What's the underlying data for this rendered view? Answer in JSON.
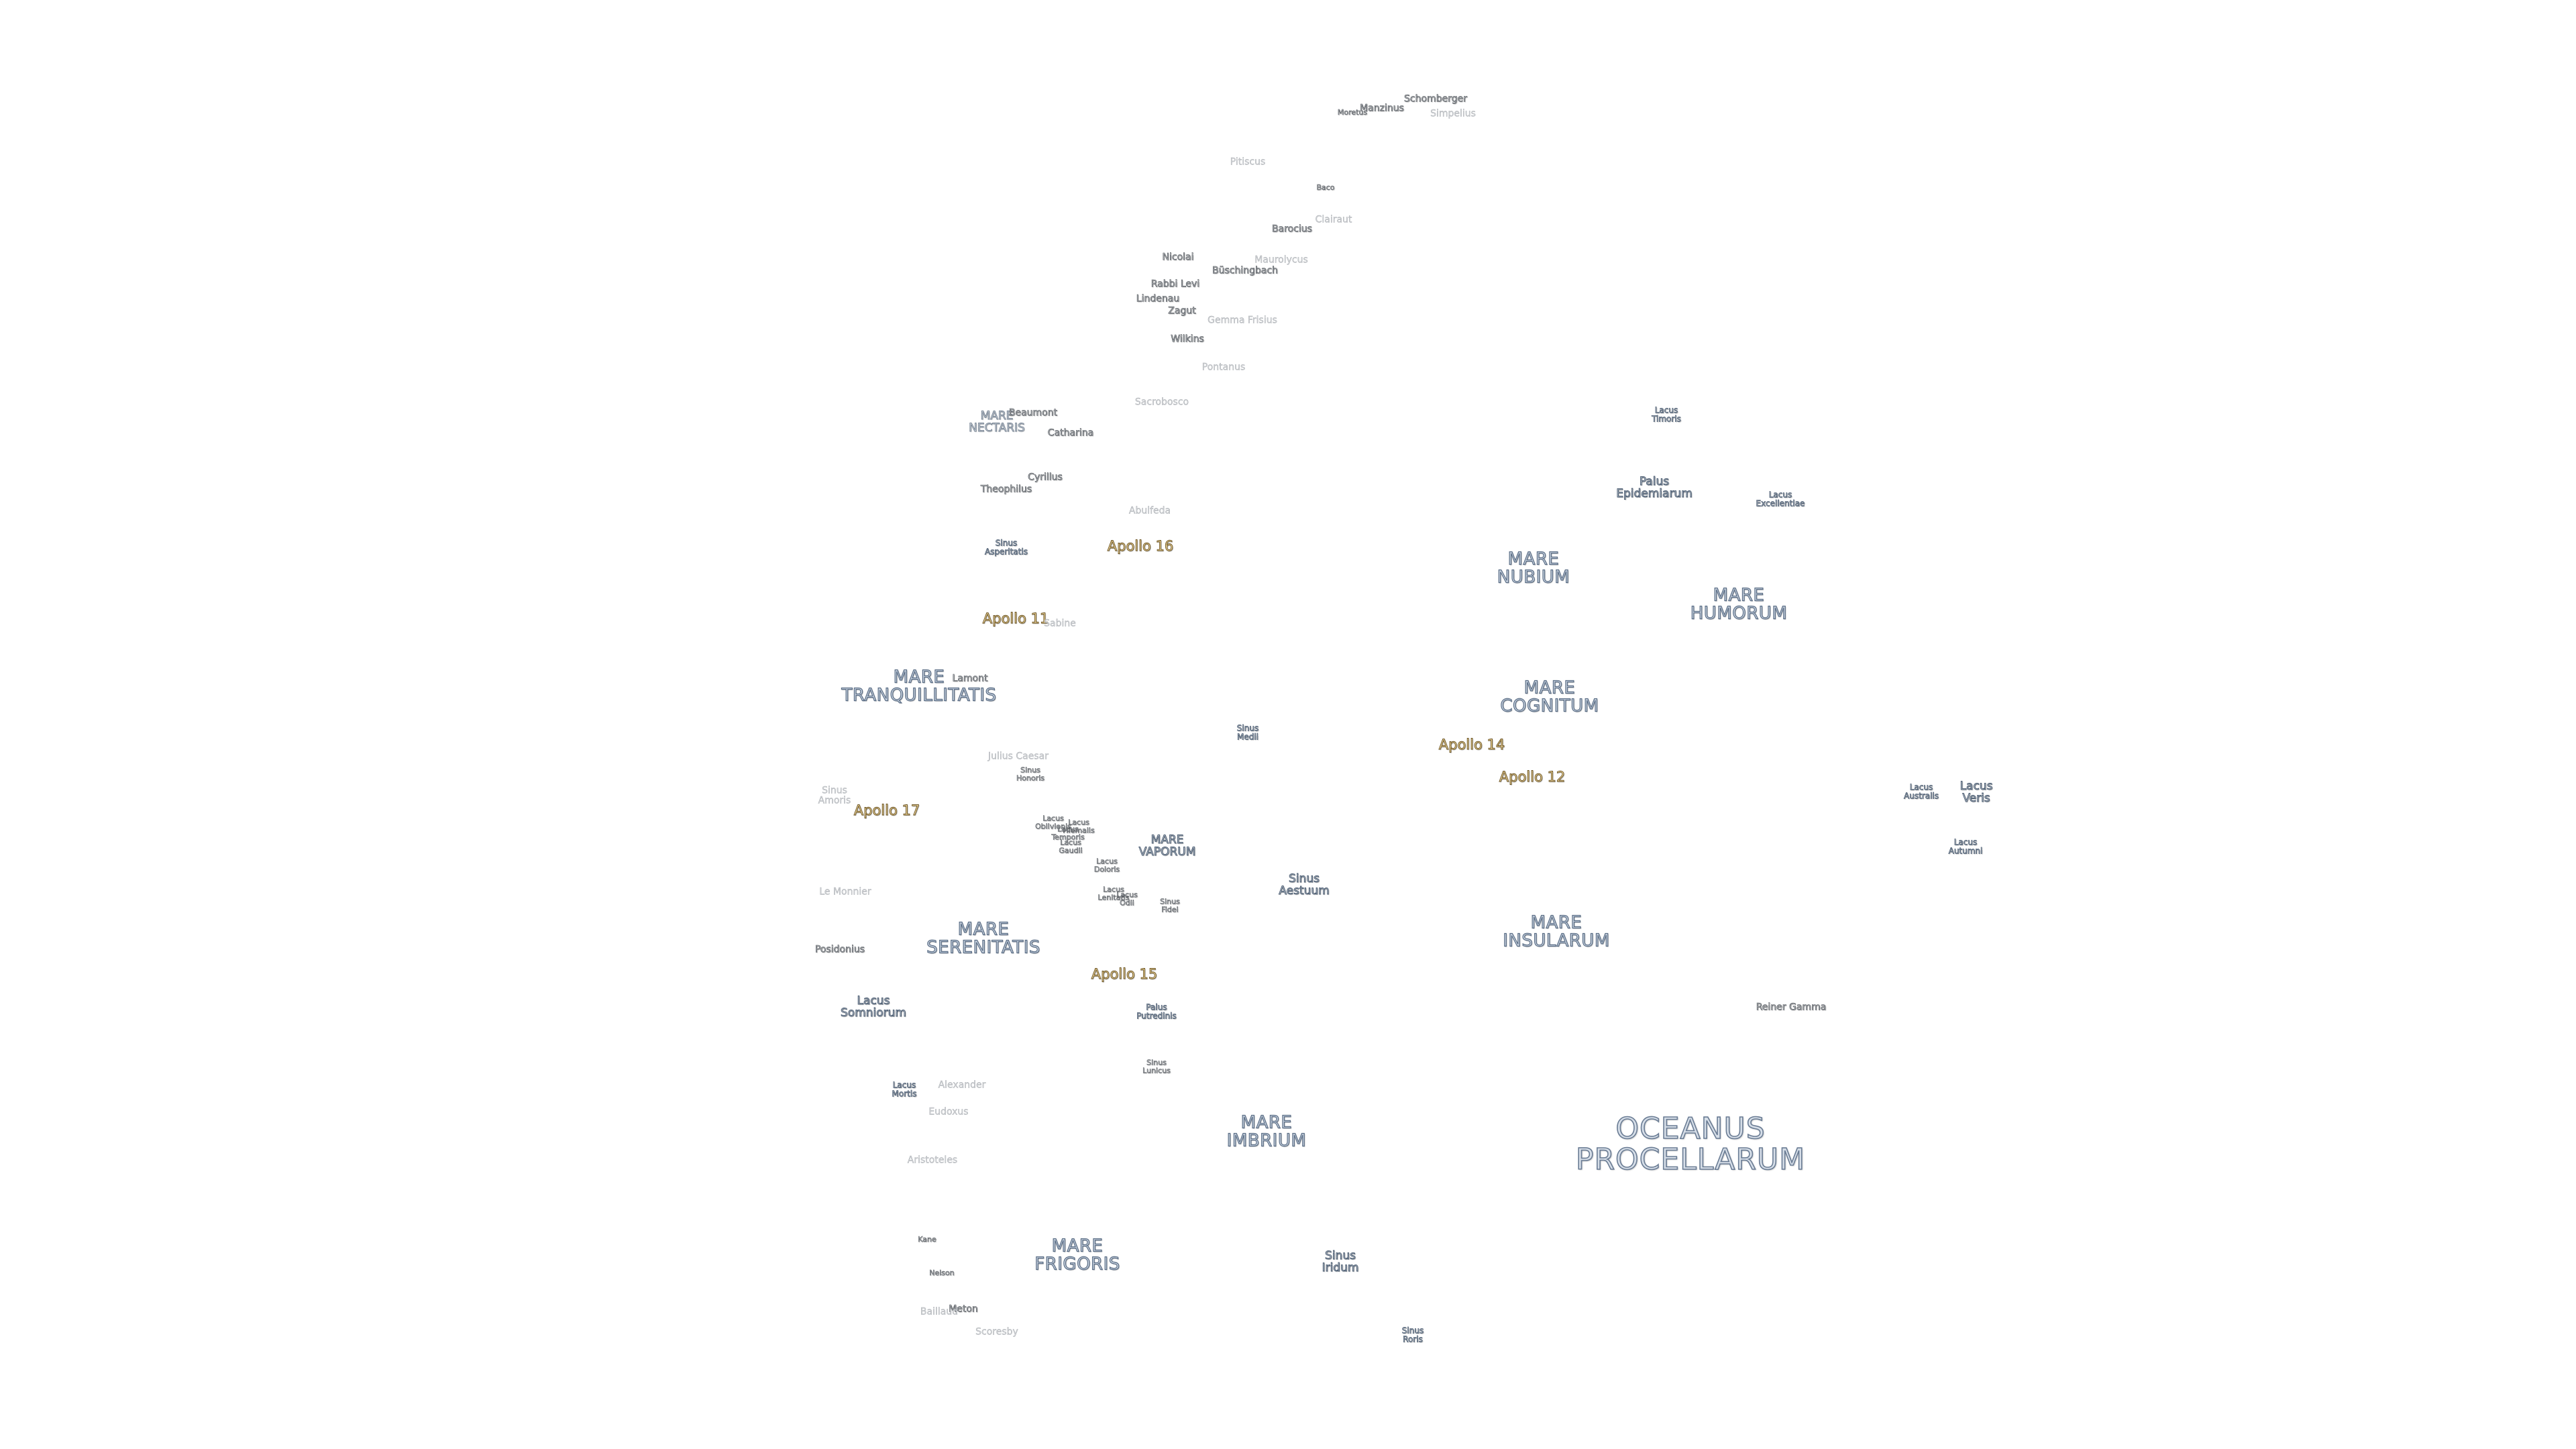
{
  "labels": [
    {
      "id": "oceanus-procellarum",
      "text": "OCEANUS\nPROCELLARUM",
      "kind": "ocean"
    },
    {
      "id": "mare-imbrium",
      "text": "MARE\nIMBRIUM",
      "kind": "mare"
    },
    {
      "id": "mare-frigoris",
      "text": "MARE\nFRIGORIS",
      "kind": "mare"
    },
    {
      "id": "mare-serenitatis",
      "text": "MARE\nSERENITATIS",
      "kind": "mare"
    },
    {
      "id": "mare-tranquillitatis",
      "text": "MARE\nTRANQUILLITATIS",
      "kind": "mare"
    },
    {
      "id": "mare-nubium",
      "text": "MARE\nNUBIUM",
      "kind": "mare"
    },
    {
      "id": "mare-humorum",
      "text": "MARE\nHUMORUM",
      "kind": "mare"
    },
    {
      "id": "mare-cognitum",
      "text": "MARE\nCOGNITUM",
      "kind": "mare"
    },
    {
      "id": "mare-insularum",
      "text": "MARE\nINSULARUM",
      "kind": "mare"
    },
    {
      "id": "mare-vaporum",
      "text": "MARE\nVAPORUM",
      "kind": "mare-sm"
    },
    {
      "id": "mare-nectaris",
      "text": "MARE\nNECTARIS",
      "kind": "mare-faint"
    },
    {
      "id": "apollo-11",
      "text": "Apollo 11",
      "kind": "apollo"
    },
    {
      "id": "apollo-12",
      "text": "Apollo 12",
      "kind": "apollo"
    },
    {
      "id": "apollo-14",
      "text": "Apollo 14",
      "kind": "apollo"
    },
    {
      "id": "apollo-15",
      "text": "Apollo 15",
      "kind": "apollo"
    },
    {
      "id": "apollo-16",
      "text": "Apollo 16",
      "kind": "apollo"
    },
    {
      "id": "apollo-17",
      "text": "Apollo 17",
      "kind": "apollo"
    },
    {
      "id": "lacus-somniorum",
      "text": "Lacus\nSomniorum",
      "kind": "minor"
    },
    {
      "id": "lacus-veris",
      "text": "Lacus\nVeris",
      "kind": "minor"
    },
    {
      "id": "lacus-autumni",
      "text": "Lacus\nAutumni",
      "kind": "minor-sm"
    },
    {
      "id": "lacus-australe",
      "text": "Lacus\nAustralis",
      "kind": "minor-sm"
    },
    {
      "id": "lacus-timoris",
      "text": "Lacus\nTimoris",
      "kind": "minor-sm"
    },
    {
      "id": "lacus-excellentiae",
      "text": "Lacus\nExcellentiae",
      "kind": "minor-sm"
    },
    {
      "id": "lacus-mortis",
      "text": "Lacus\nMortis",
      "kind": "minor-sm"
    },
    {
      "id": "palus-epidemiarum",
      "text": "Palus\nEpidemiarum",
      "kind": "minor"
    },
    {
      "id": "palus-putredinis",
      "text": "Palus\nPutredinis",
      "kind": "minor-sm"
    },
    {
      "id": "sinus-medii",
      "text": "Sinus\nMedii",
      "kind": "minor-sm"
    },
    {
      "id": "sinus-aestuum",
      "text": "Sinus\nAestuum",
      "kind": "minor"
    },
    {
      "id": "sinus-iridum",
      "text": "Sinus\nIridum",
      "kind": "minor"
    },
    {
      "id": "sinus-roris",
      "text": "Sinus\nRoris",
      "kind": "minor-sm"
    },
    {
      "id": "sinus-asperitatis",
      "text": "Sinus\nAsperitatis",
      "kind": "minor-sm"
    },
    {
      "id": "sinus-honoris",
      "text": "Sinus\nHonoris",
      "kind": "crater-sm"
    },
    {
      "id": "sinus-lunicus",
      "text": "Sinus\nLunicus",
      "kind": "crater-sm"
    },
    {
      "id": "sinus-fidei",
      "text": "Sinus\nFidei",
      "kind": "crater-sm"
    },
    {
      "id": "sinus-amoris",
      "text": "Sinus\nAmoris",
      "kind": "crater-faint"
    },
    {
      "id": "lacus-doloris",
      "text": "Lacus\nDoloris",
      "kind": "crater-sm"
    },
    {
      "id": "lacus-gaudii",
      "text": "Lacus\nGaudii",
      "kind": "crater-sm"
    },
    {
      "id": "lacus-odii",
      "text": "Lacus\nOdii",
      "kind": "crater-sm"
    },
    {
      "id": "lacus-hiemalis",
      "text": "Lacus\nHiemalis",
      "kind": "crater-sm"
    },
    {
      "id": "lacus-oblivionis",
      "text": "Lacus\nOblivionis",
      "kind": "crater-sm"
    },
    {
      "id": "lacus-lenitatis",
      "text": "Lacus\nLenitatis",
      "kind": "crater-sm"
    },
    {
      "id": "lacus-temporis",
      "text": "Lacus\nTemporis",
      "kind": "crater-sm"
    },
    {
      "id": "reiner-gamma",
      "text": "Reiner Gamma",
      "kind": "crater"
    },
    {
      "id": "schomberger",
      "text": "Schomberger",
      "kind": "crater"
    },
    {
      "id": "manzinus",
      "text": "Manzinus",
      "kind": "crater"
    },
    {
      "id": "moretus",
      "text": "Moretus",
      "kind": "crater-sm"
    },
    {
      "id": "simpelius",
      "text": "Simpelius",
      "kind": "crater-faint"
    },
    {
      "id": "pitiscus",
      "text": "Pitiscus",
      "kind": "crater-faint"
    },
    {
      "id": "baco",
      "text": "Baco",
      "kind": "crater-sm"
    },
    {
      "id": "barocius",
      "text": "Barocius",
      "kind": "crater"
    },
    {
      "id": "clairaut",
      "text": "Clairaut",
      "kind": "crater-faint"
    },
    {
      "id": "nicolai",
      "text": "Nicolai",
      "kind": "crater"
    },
    {
      "id": "maurolycus",
      "text": "Maurolycus",
      "kind": "crater-faint"
    },
    {
      "id": "buschingbach",
      "text": "Büschingbach",
      "kind": "crater"
    },
    {
      "id": "rabbi-levi",
      "text": "Rabbi Levi",
      "kind": "crater"
    },
    {
      "id": "lindenau",
      "text": "Lindenau",
      "kind": "crater"
    },
    {
      "id": "zagut",
      "text": "Zagut",
      "kind": "crater"
    },
    {
      "id": "gemma-frisius",
      "text": "Gemma Frisius",
      "kind": "crater-faint"
    },
    {
      "id": "wilkins",
      "text": "Wilkins",
      "kind": "crater"
    },
    {
      "id": "pontanus",
      "text": "Pontanus",
      "kind": "crater-faint"
    },
    {
      "id": "sacrobosco",
      "text": "Sacrobosco",
      "kind": "crater-faint"
    },
    {
      "id": "beaumont",
      "text": "Beaumont",
      "kind": "crater"
    },
    {
      "id": "catharina",
      "text": "Catharina",
      "kind": "crater"
    },
    {
      "id": "cyrillus",
      "text": "Cyrillus",
      "kind": "crater"
    },
    {
      "id": "theophilus",
      "text": "Theophilus",
      "kind": "crater"
    },
    {
      "id": "abulfeda",
      "text": "Abulfeda",
      "kind": "crater-faint"
    },
    {
      "id": "sabine",
      "text": "Sabine",
      "kind": "crater-faint"
    },
    {
      "id": "lamont",
      "text": "Lamont",
      "kind": "crater"
    },
    {
      "id": "julius-caesar",
      "text": "Julius Caesar",
      "kind": "crater-faint"
    },
    {
      "id": "le-monnier",
      "text": "Le Monnier",
      "kind": "crater-faint"
    },
    {
      "id": "posidonius",
      "text": "Posidonius",
      "kind": "crater"
    },
    {
      "id": "alexander",
      "text": "Alexander",
      "kind": "crater-faint"
    },
    {
      "id": "eudoxus",
      "text": "Eudoxus",
      "kind": "crater-faint"
    },
    {
      "id": "aristoteles",
      "text": "Aristoteles",
      "kind": "crater-faint"
    },
    {
      "id": "kane",
      "text": "Kane",
      "kind": "crater-sm"
    },
    {
      "id": "meton",
      "text": "Meton",
      "kind": "crater"
    },
    {
      "id": "neison",
      "text": "Neison",
      "kind": "crater-sm"
    },
    {
      "id": "scoresby",
      "text": "Scoresby",
      "kind": "crater-faint"
    },
    {
      "id": "baillaud",
      "text": "Baillaud",
      "kind": "crater-faint"
    }
  ]
}
